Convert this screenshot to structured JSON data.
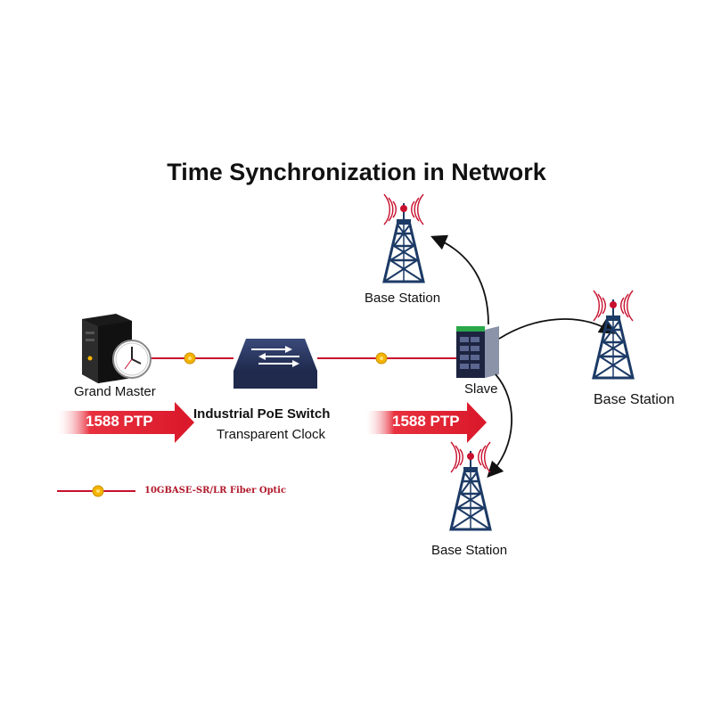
{
  "title": "Time Synchronization in Network",
  "nodes": {
    "grand_master": "Grand Master",
    "switch_name": "Industrial PoE Switch",
    "switch_role": "Transparent Clock",
    "slave": "Slave",
    "base_station_top": "Base Station",
    "base_station_right": "Base Station",
    "base_station_bottom": "Base Station"
  },
  "protocol_arrows": [
    "1588 PTP",
    "1588 PTP"
  ],
  "legend": {
    "label": "10GBASE-SR/LR Fiber Optic"
  },
  "colors": {
    "fiber_line": "#c8102e",
    "arrow_red": "#d9182a",
    "navy": "#1f2a4d",
    "tower": "#1c3a66",
    "connector": "#f5b400"
  }
}
